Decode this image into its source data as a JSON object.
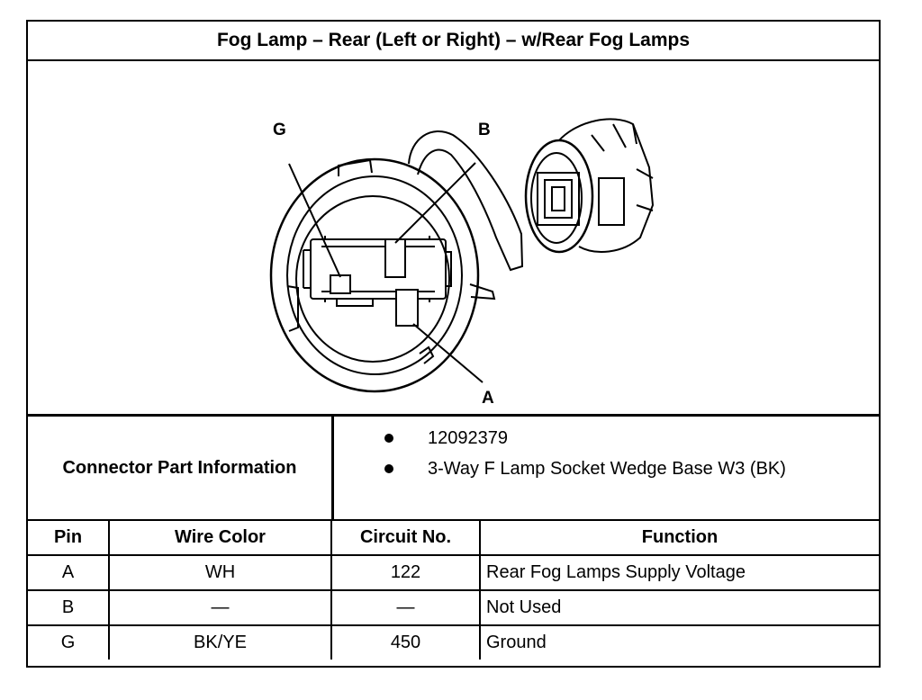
{
  "title": "Fog Lamp – Rear (Left or Right) – w/Rear Fog Lamps",
  "figure": {
    "callouts": {
      "g": "G",
      "b": "B",
      "a": "A"
    }
  },
  "connector_info": {
    "label": "Connector Part Information",
    "items": [
      "12092379",
      "3-Way F Lamp Socket Wedge Base W3 (BK)"
    ]
  },
  "pin_table": {
    "headers": [
      "Pin",
      "Wire Color",
      "Circuit No.",
      "Function"
    ],
    "rows": [
      [
        "A",
        "WH",
        "122",
        "Rear Fog Lamps Supply Voltage"
      ],
      [
        "B",
        "—",
        "—",
        "Not Used"
      ],
      [
        "G",
        "BK/YE",
        "450",
        "Ground"
      ]
    ]
  }
}
